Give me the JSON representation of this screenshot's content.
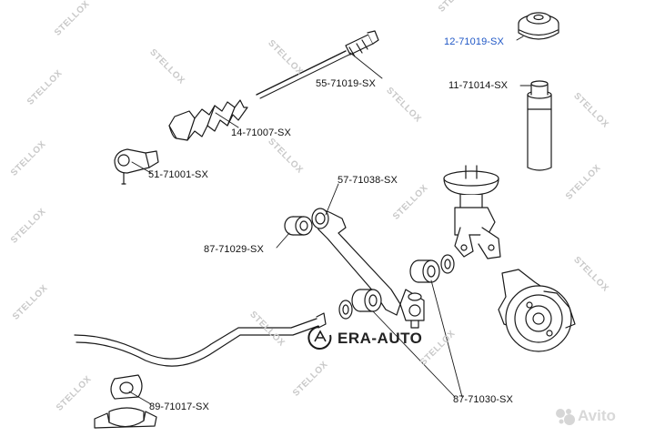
{
  "watermark_text": "STELLOX",
  "parts": [
    {
      "id": "strut-mount",
      "label": "12-71019-SX"
    },
    {
      "id": "tie-rod",
      "label": "55-71019-SX"
    },
    {
      "id": "strut-boot",
      "label": "11-71014-SX"
    },
    {
      "id": "rack-boot",
      "label": "14-71007-SX"
    },
    {
      "id": "tie-rod-end",
      "label": "51-71001-SX"
    },
    {
      "id": "control-arm",
      "label": "57-71038-SX"
    },
    {
      "id": "arm-bushing-front",
      "label": "87-71029-SX"
    },
    {
      "id": "stabilizer-bushing",
      "label": "89-71017-SX"
    },
    {
      "id": "arm-bushing-rear",
      "label": "87-71030-SX"
    }
  ],
  "dealer_logo": "ERA-AUTO",
  "marketplace_watermark": "Avito",
  "colors": {
    "highlight_label": "#1f57c6",
    "line": "#1a1a1a",
    "part_fill": "#ffffff",
    "watermark": "#c9c9c9"
  }
}
